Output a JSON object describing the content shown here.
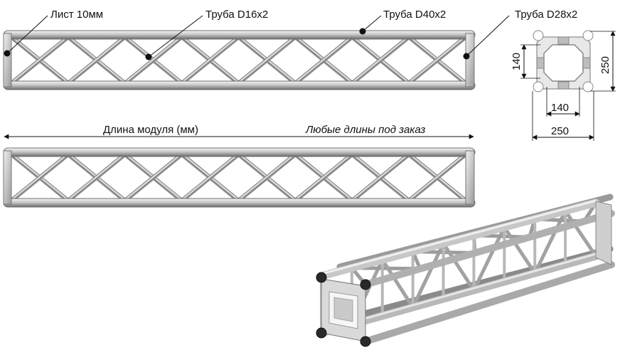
{
  "callouts": {
    "sheet": "Лист 10мм",
    "tube_brace": "Труба D16x2",
    "tube_chord": "Труба D40x2",
    "tube_corner": "Труба D28x2"
  },
  "length_bar": {
    "label": "Длина модуля (мм)",
    "note": "Любые длины под заказ"
  },
  "section": {
    "outer_vertical": "250",
    "inner_vertical": "140",
    "inner_horizontal": "140",
    "outer_horizontal": "250"
  },
  "colors": {
    "metal_light": "#e6e6e6",
    "metal_mid": "#b4b4b4",
    "metal_dark": "#6e6e6e",
    "ink": "#111111"
  }
}
